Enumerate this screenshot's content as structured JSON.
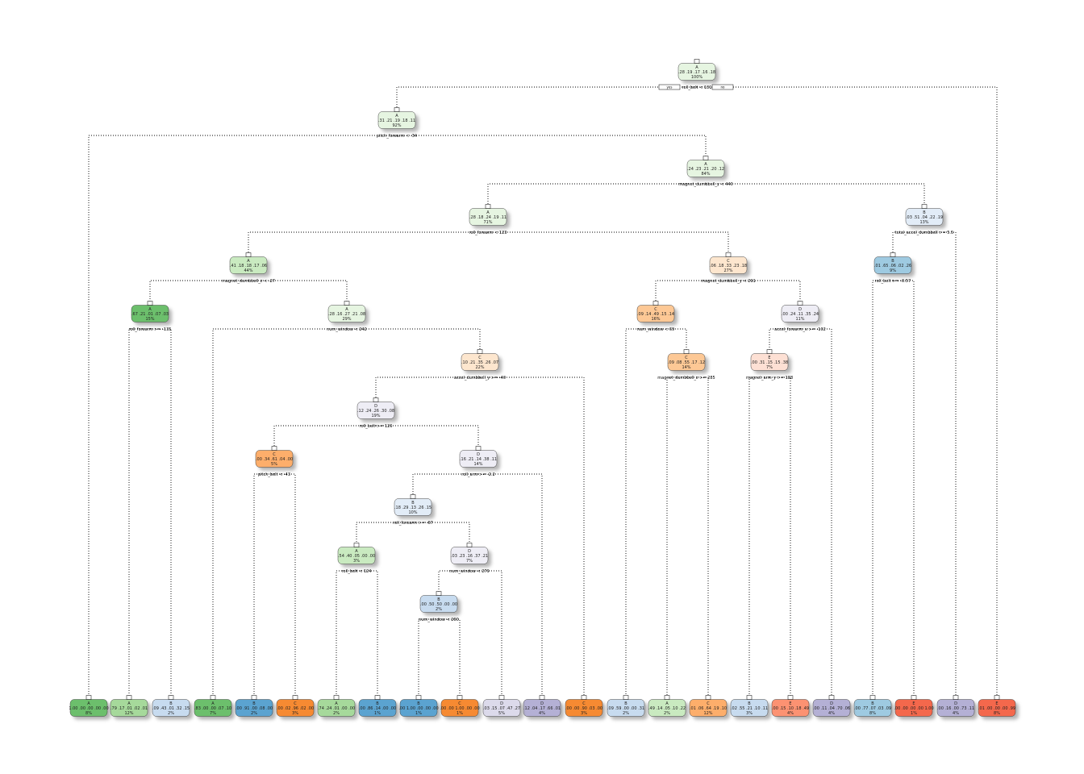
{
  "yes_label": "yes",
  "no_label": "no",
  "colors": {
    "A": [
      "#e6f5e1",
      "#c9eac0",
      "#a6d99b",
      "#6cbf6c"
    ],
    "B": [
      "#e2ecf7",
      "#c7dbef",
      "#9ecae1",
      "#5ba3d0"
    ],
    "C": [
      "#fde6ce",
      "#fdc895",
      "#fdae6b",
      "#f68a32"
    ],
    "D": [
      "#eeedf5",
      "#dcdaeb",
      "#bcbddc",
      "#b4b0d5"
    ],
    "E": [
      "#fde0d4",
      "#fcbba1",
      "#fc9272",
      "#f4684c"
    ]
  },
  "nodes": [
    {
      "id": 1,
      "cls": "A",
      "probs": ".28 .19 .17 .16 .18",
      "pct": "100%",
      "split": "roll_belt < 131",
      "yes": 2,
      "no": 3,
      "shade": 0
    },
    {
      "id": 2,
      "cls": "A",
      "probs": ".31 .21 .19 .18 .11",
      "pct": "92%",
      "split": "pitch_forearm < -34",
      "yes": 4,
      "no": 5,
      "shade": 0
    },
    {
      "id": 3,
      "cls": "E",
      "probs": ".01 .00 .00 .00 .99",
      "pct": "8%",
      "leaf": true,
      "shade": 3
    },
    {
      "id": 4,
      "cls": "A",
      "probs": "1.00 .00 .00 .00 .00",
      "pct": "8%",
      "leaf": true,
      "shade": 3
    },
    {
      "id": 5,
      "cls": "A",
      "probs": ".24 .23 .21 .20 .12",
      "pct": "84%",
      "split": "magnet_dumbbell_y < 440",
      "yes": 10,
      "no": 11,
      "shade": 0
    },
    {
      "id": 10,
      "cls": "A",
      "probs": ".28 .18 .24 .19 .11",
      "pct": "71%",
      "split": "roll_forearm < 123",
      "yes": 20,
      "no": 21,
      "shade": 0
    },
    {
      "id": 11,
      "cls": "B",
      "probs": ".03 .51 .04 .22 .19",
      "pct": "13%",
      "split": "total_accel_dumbbell >= 5.5",
      "yes": 22,
      "no": 23,
      "shade": 0
    },
    {
      "id": 20,
      "cls": "A",
      "probs": ".41 .18 .18 .17 .06",
      "pct": "44%",
      "split": "magnet_dumbbell_z < -27",
      "yes": 40,
      "no": 41,
      "shade": 1
    },
    {
      "id": 21,
      "cls": "C",
      "probs": ".06 .18 .33 .23 .18",
      "pct": "27%",
      "split": "magnet_dumbbell_y < 291",
      "yes": 42,
      "no": 43,
      "shade": 0
    },
    {
      "id": 22,
      "cls": "B",
      "probs": ".01 .65 .06 .02 .26",
      "pct": "9%",
      "split": "roll_belt >= -0.57",
      "yes": 44,
      "no": 45,
      "shade": 2
    },
    {
      "id": 23,
      "cls": "D",
      "probs": ".00 .16 .00 .73 .11",
      "pct": "4%",
      "leaf": true,
      "shade": 3
    },
    {
      "id": 40,
      "cls": "A",
      "probs": ".67 .21 .01 .07 .03",
      "pct": "15%",
      "split": "roll_forearm >= -135",
      "yes": 80,
      "no": 81,
      "shade": 3
    },
    {
      "id": 41,
      "cls": "A",
      "probs": ".28 .16 .27 .21 .08",
      "pct": "29%",
      "split": "num_window < 242",
      "yes": 82,
      "no": 83,
      "shade": 0
    },
    {
      "id": 42,
      "cls": "C",
      "probs": ".09 .14 .49 .15 .14",
      "pct": "16%",
      "split": "num_window < 69",
      "yes": 84,
      "no": 85,
      "shade": 1
    },
    {
      "id": 43,
      "cls": "D",
      "probs": ".00 .24 .11 .35 .24",
      "pct": "11%",
      "split": "accel_forearm_x >= -102",
      "yes": 86,
      "no": 87,
      "shade": 0
    },
    {
      "id": 44,
      "cls": "B",
      "probs": ".00 .77 .07 .03 .09",
      "pct": "8%",
      "leaf": true,
      "shade": 2
    },
    {
      "id": 45,
      "cls": "E",
      "probs": ".00 .00 .00 .00 1.00",
      "pct": "1%",
      "leaf": true,
      "shade": 3
    },
    {
      "id": 80,
      "cls": "A",
      "probs": ".79 .17 .01 .02 .01",
      "pct": "12%",
      "leaf": true,
      "shade": 2
    },
    {
      "id": 81,
      "cls": "B",
      "probs": ".09 .43 .01 .32 .15",
      "pct": "2%",
      "leaf": true,
      "shade": 1
    },
    {
      "id": 82,
      "cls": "A",
      "probs": ".83 .00 .00 .07 .10",
      "pct": "7%",
      "leaf": true,
      "shade": 3
    },
    {
      "id": 83,
      "cls": "C",
      "probs": ".10 .21 .35 .26 .07",
      "pct": "22%",
      "split": "accel_dumbbell_y >= -40",
      "yes": 166,
      "no": 167,
      "shade": 0
    },
    {
      "id": 84,
      "cls": "B",
      "probs": ".09 .59 .00 .00 .31",
      "pct": "2%",
      "leaf": true,
      "shade": 1
    },
    {
      "id": 85,
      "cls": "C",
      "probs": ".09 .08 .55 .17 .12",
      "pct": "14%",
      "split": "magnet_dumbbell_z >= 285",
      "yes": 170,
      "no": 171,
      "shade": 1
    },
    {
      "id": 86,
      "cls": "E",
      "probs": ".00 .31 .15 .15 .38",
      "pct": "7%",
      "split": "magnet_arm_y >= 188",
      "yes": 172,
      "no": 173,
      "shade": 0
    },
    {
      "id": 87,
      "cls": "D",
      "probs": ".00 .11 .04 .70 .06",
      "pct": "4%",
      "leaf": true,
      "shade": 3
    },
    {
      "id": 166,
      "cls": "D",
      "probs": ".12 .24 .26 .30 .08",
      "pct": "19%",
      "split": "roll_belt >= 126",
      "yes": 332,
      "no": 333,
      "shade": 0
    },
    {
      "id": 167,
      "cls": "C",
      "probs": ".00 .00 .90 .03 .00",
      "pct": "3%",
      "leaf": true,
      "shade": 3
    },
    {
      "id": 170,
      "cls": "A",
      "probs": ".49 .14 .05 .10 .22",
      "pct": "2%",
      "leaf": true,
      "shade": 1
    },
    {
      "id": 171,
      "cls": "C",
      "probs": ".01 .06 .64 .19 .10",
      "pct": "12%",
      "leaf": true,
      "shade": 2
    },
    {
      "id": 172,
      "cls": "B",
      "probs": ".02 .55 .21 .10 .11",
      "pct": "3%",
      "leaf": true,
      "shade": 1
    },
    {
      "id": 173,
      "cls": "E",
      "probs": ".00 .15 .10 .18 .49",
      "pct": "4%",
      "leaf": true,
      "shade": 2
    },
    {
      "id": 332,
      "cls": "C",
      "probs": ".00 .34 .61 .04 .00",
      "pct": "5%",
      "split": "pitch_belt < -43",
      "yes": 664,
      "no": 665,
      "shade": 2
    },
    {
      "id": 333,
      "cls": "D",
      "probs": ".16 .21 .14 .38 .11",
      "pct": "14%",
      "split": "roll_arm >= -2.2",
      "yes": 666,
      "no": 667,
      "shade": 0
    },
    {
      "id": 664,
      "cls": "B",
      "probs": ".00 .91 .00 .08 .00",
      "pct": "2%",
      "leaf": true,
      "shade": 3
    },
    {
      "id": 665,
      "cls": "C",
      "probs": ".00 .02 .96 .02 .00",
      "pct": "3%",
      "leaf": true,
      "shade": 3
    },
    {
      "id": 666,
      "cls": "B",
      "probs": ".18 .29 .13 .26 .15",
      "pct": "10%",
      "split": "roll_forearm >= -67",
      "yes": 1332,
      "no": 1333,
      "shade": 0
    },
    {
      "id": 667,
      "cls": "D",
      "probs": ".12 .04 .17 .66 .01",
      "pct": "4%",
      "leaf": true,
      "shade": 3
    },
    {
      "id": 1332,
      "cls": "A",
      "probs": ".54 .40 .05 .00 .00",
      "pct": "3%",
      "split": "roll_belt < 124",
      "yes": 2664,
      "no": 2665,
      "shade": 1
    },
    {
      "id": 1333,
      "cls": "D",
      "probs": ".03 .23 .16 .37 .21",
      "pct": "7%",
      "split": "num_window < 279",
      "yes": 2666,
      "no": 2667,
      "shade": 0
    },
    {
      "id": 2664,
      "cls": "A",
      "probs": ".74 .24 .01 .00 .00",
      "pct": "2%",
      "leaf": true,
      "shade": 2
    },
    {
      "id": 2665,
      "cls": "B",
      "probs": ".00 .86 .14 .00 .00",
      "pct": "1%",
      "leaf": true,
      "shade": 3
    },
    {
      "id": 2666,
      "cls": "B",
      "probs": ".00 .50 .50 .00 .00",
      "pct": "2%",
      "split": "num_window < 260",
      "yes": 5332,
      "no": 5333,
      "shade": 1
    },
    {
      "id": 2667,
      "cls": "D",
      "probs": ".03 .15 .07 .47 .27",
      "pct": "5%",
      "leaf": true,
      "shade": 1
    },
    {
      "id": 5332,
      "cls": "B",
      "probs": ".00 1.00 .00 .00 .00",
      "pct": "1%",
      "leaf": true,
      "shade": 3
    },
    {
      "id": 5333,
      "cls": "C",
      "probs": ".00 .00 1.00 .00 .00",
      "pct": "1%",
      "leaf": true,
      "shade": 3
    }
  ]
}
